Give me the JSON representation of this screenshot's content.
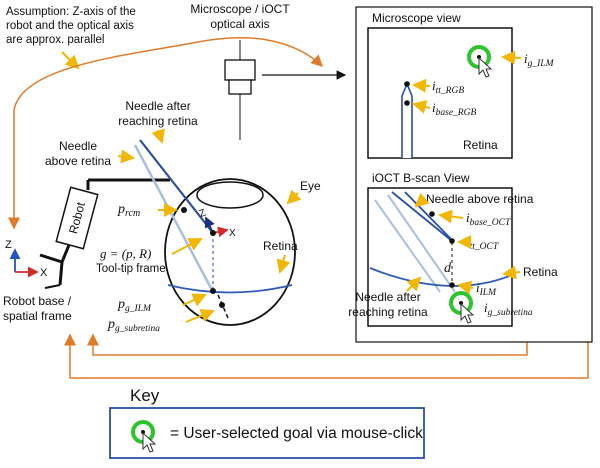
{
  "assumption": [
    "Assumption: Z-axis of the",
    "robot and the optical axis",
    "are approx. parallel"
  ],
  "microscope_label": [
    "Microscope / iOCT",
    "optical axis"
  ],
  "needle_after": [
    "Needle after",
    "reaching retina"
  ],
  "needle_above": [
    "Needle",
    "above retina"
  ],
  "eye_label": "Eye",
  "retina_label": "Retina",
  "robot_label": "Robot",
  "robot_base_label": [
    "Robot base /",
    "spatial frame"
  ],
  "axis_z": "Z",
  "axis_x": "X",
  "p_rcm": {
    "base": "p",
    "sub": "rcm"
  },
  "g_eq": "g = (p, R)",
  "tooltip_frame": "Tool-tip frame",
  "p_g_ilm": {
    "base": "p",
    "sub": "g_ILM"
  },
  "p_g_subretina": {
    "base": "p",
    "sub": "g_subretina"
  },
  "microscope_view": {
    "title": "Microscope view",
    "retina": "Retina",
    "i_g_ilm": {
      "base": "i",
      "sub": "g_ILM"
    },
    "i_tt_rgb": {
      "base": "i",
      "sub": "tt_RGB"
    },
    "i_base_rgb": {
      "base": "i",
      "sub": "base_RGB"
    }
  },
  "ioct_view": {
    "title": "iOCT B-scan View",
    "needle_above": "Needle above retina",
    "i_base_oct": {
      "base": "i",
      "sub": "base_OCT"
    },
    "i_tt_oct": {
      "base": "i",
      "sub": "tt_OCT"
    },
    "d": "d",
    "retina": "Retina",
    "i_ilm": {
      "base": "i",
      "sub": "ILM"
    },
    "i_g_subretina": {
      "base": "i",
      "sub": "g_subretina"
    },
    "needle_after": [
      "Needle after",
      "reaching retina"
    ]
  },
  "key": {
    "title": "Key",
    "text": "= User-selected goal via mouse-click"
  },
  "colors": {
    "orange": "#e07b2a",
    "needle_dark": "#2b4fa8",
    "needle_light": "#a8bfe0",
    "goal_green": "#2dc52d",
    "axis_red": "#d62828",
    "axis_blue": "#2451c7",
    "retina_blue": "#2e5bb5",
    "arrow_yellow": "#f2b705"
  }
}
